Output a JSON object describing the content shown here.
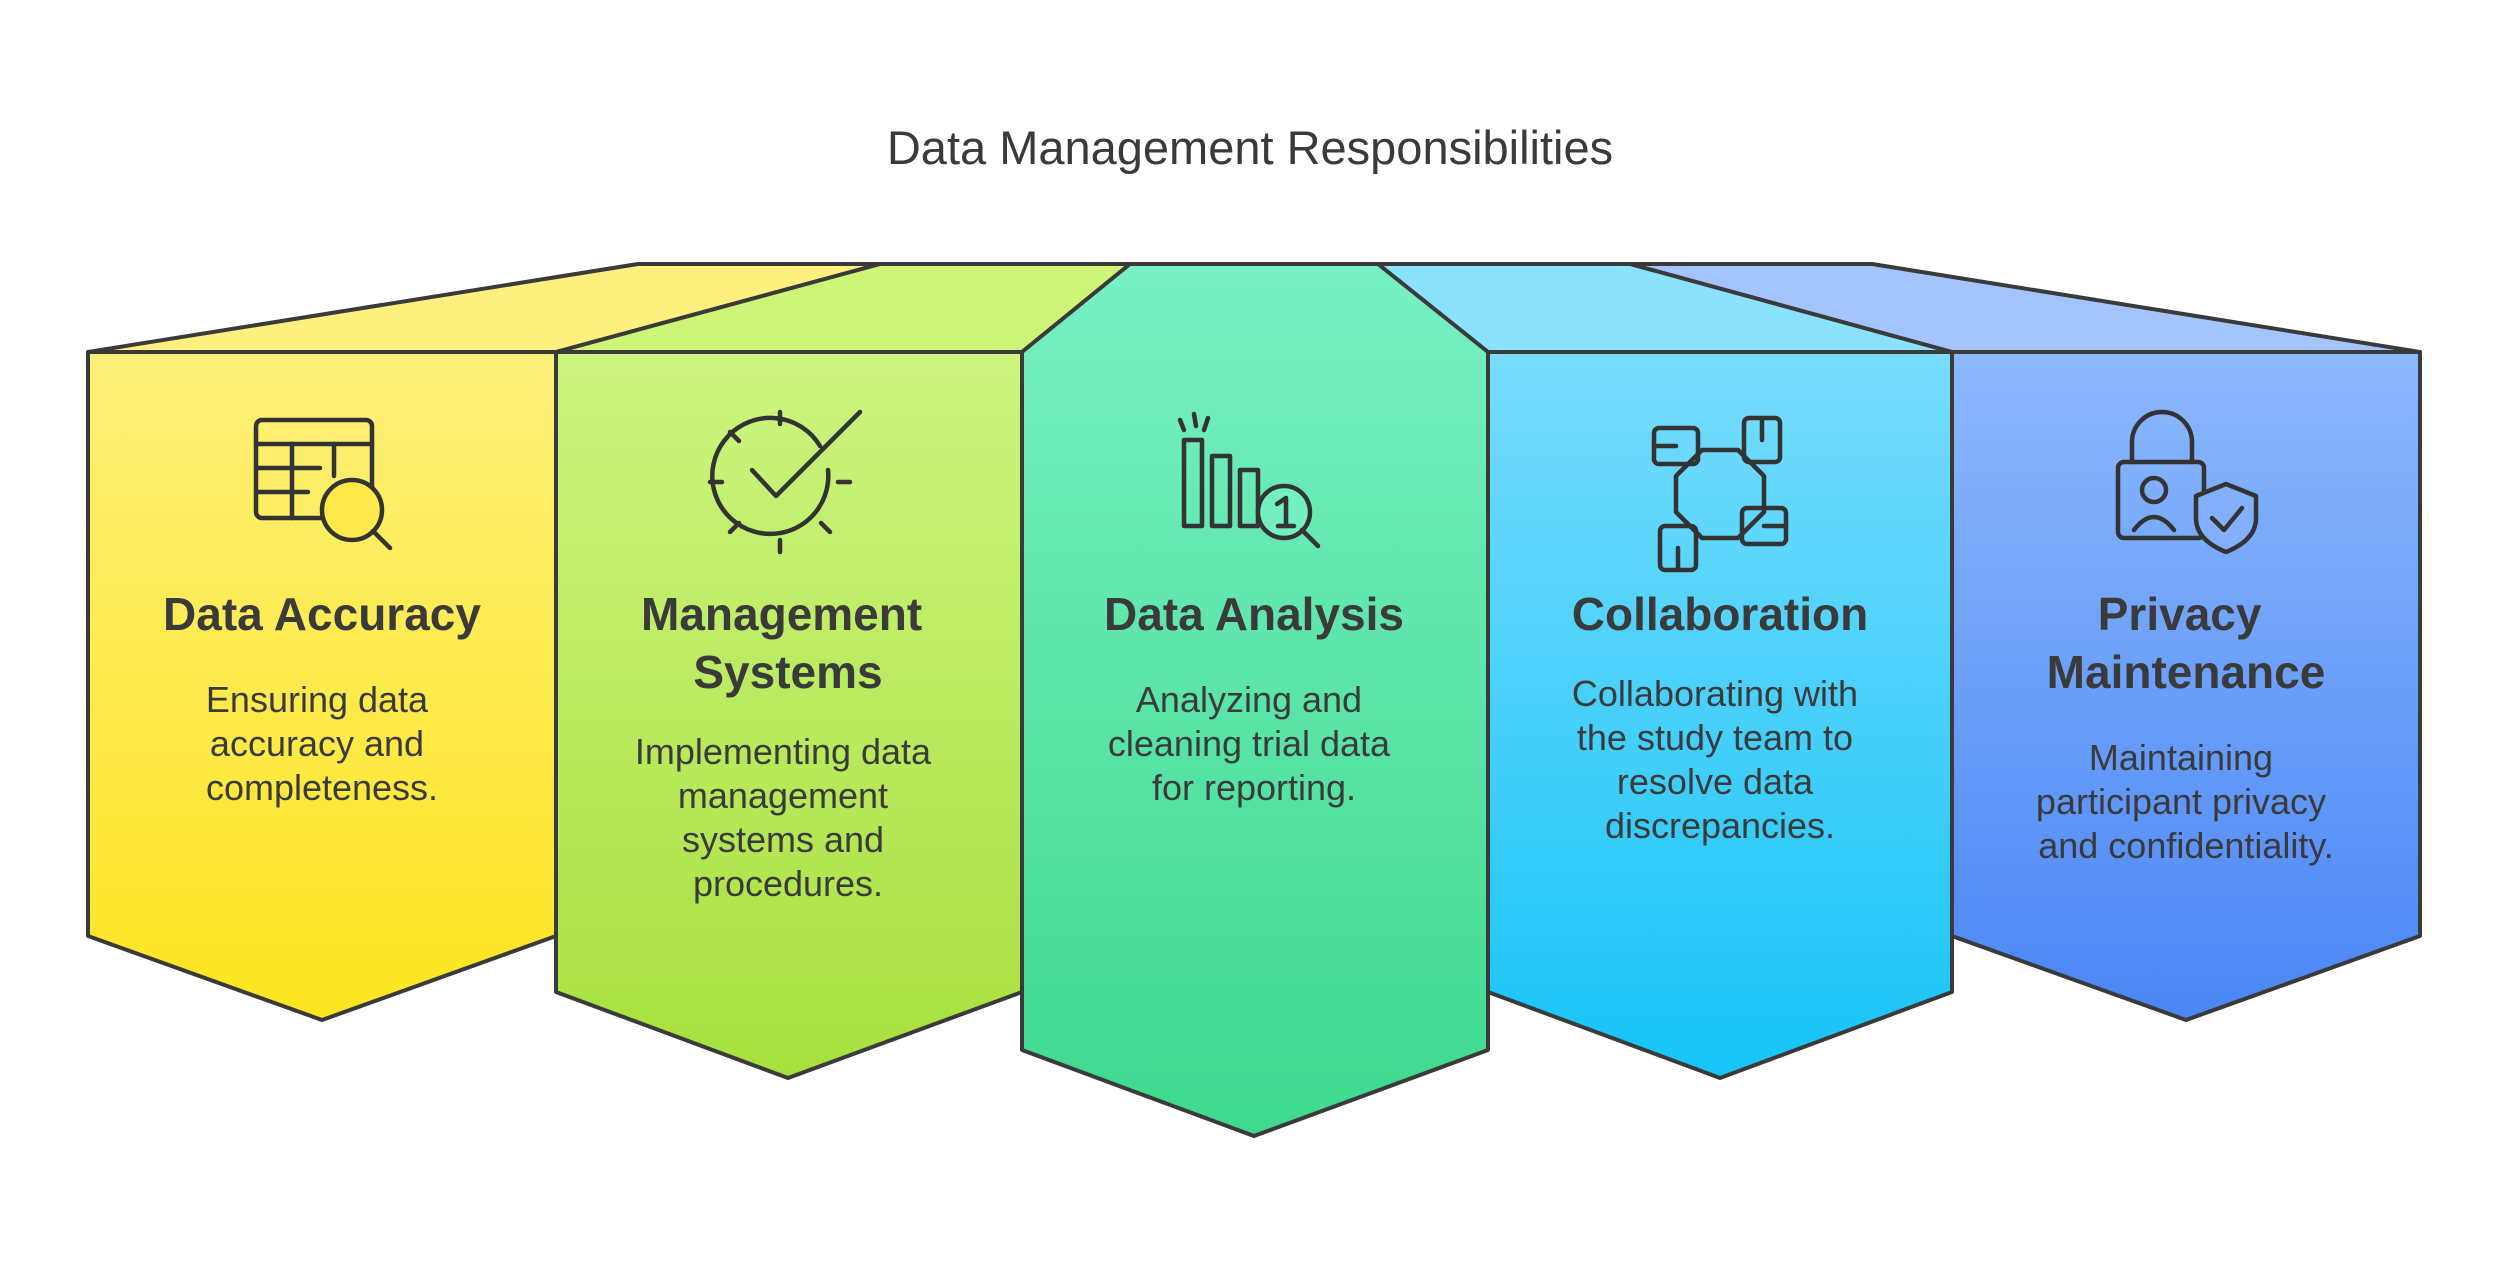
{
  "title": "Data Management Responsibilities",
  "colors": {
    "outline": "#3a3a3a",
    "text": "#3a3a3a",
    "yellow": [
      "#fdf07a",
      "#fde520"
    ],
    "green": [
      "#cdf580",
      "#a7e03e"
    ],
    "mint": [
      "#78f0c3",
      "#3ed98e"
    ],
    "sky": [
      "#78dcfd",
      "#16c4f8"
    ],
    "blue": [
      "#8cb8fd",
      "#4a86f5"
    ]
  },
  "cards": [
    {
      "heading": [
        "Data Accuracy"
      ],
      "description": [
        "Ensuring data",
        "accuracy and",
        "completeness."
      ],
      "icon": "table-search-icon"
    },
    {
      "heading": [
        "Management",
        "Systems"
      ],
      "description": [
        "Implementing data",
        "management",
        "systems and",
        "procedures."
      ],
      "icon": "gear-check-icon"
    },
    {
      "heading": [
        "Data Analysis"
      ],
      "description": [
        "Analyzing and",
        "cleaning trial data",
        "for reporting."
      ],
      "icon": "bar-chart-search-icon"
    },
    {
      "heading": [
        "Collaboration"
      ],
      "description": [
        "Collaborating with",
        "the study team to",
        "resolve data",
        "discrepancies."
      ],
      "icon": "hands-collaboration-icon"
    },
    {
      "heading": [
        "Privacy",
        "Maintenance"
      ],
      "description": [
        "Maintaining",
        "participant privacy",
        "and confidentiality."
      ],
      "icon": "lock-user-shield-icon"
    }
  ]
}
